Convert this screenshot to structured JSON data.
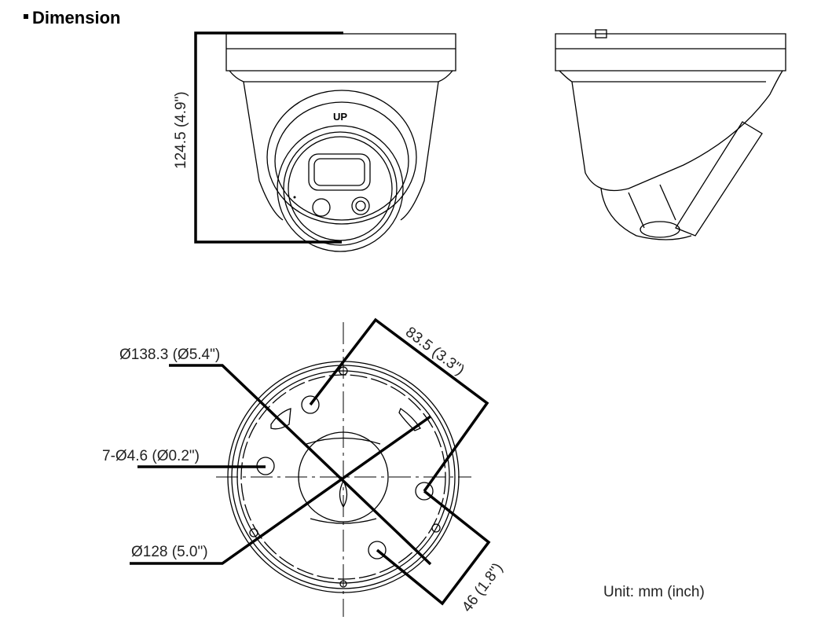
{
  "title": "Dimension",
  "labels": {
    "height": "124.5 (4.9\")",
    "outer_diameter": "Ø138.3 (Ø5.4\")",
    "holes": "7-Ø4.6 (Ø0.2\")",
    "inner_diameter": "Ø128 (5.0\")",
    "hole_spacing_long": "83.5 (3.3\")",
    "hole_spacing_short": "46 (1.8\")",
    "up_mark": "UP",
    "unit": "Unit: mm (inch)"
  }
}
